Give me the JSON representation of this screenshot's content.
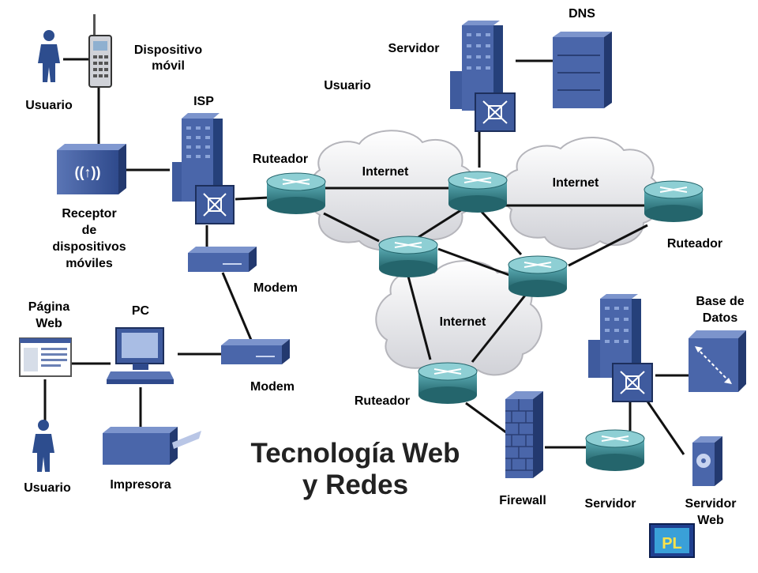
{
  "title": {
    "line1": "Tecnología Web",
    "line2": "y Redes"
  },
  "clouds": {
    "internet_1": "Internet",
    "internet_2": "Internet",
    "internet_3": "Internet"
  },
  "labels": {
    "usuario_top": "Usuario",
    "dispositivo_1": "Dispositivo",
    "dispositivo_2": "móvil",
    "isp": "ISP",
    "receptor_1": "Receptor",
    "receptor_2": "de",
    "receptor_3": "dispositivos",
    "receptor_4": "móviles",
    "ruteador_isp": "Ruteador",
    "servidor_top": "Servidor",
    "dns": "DNS",
    "usuario_mid": "Usuario",
    "ruteador_right": "Ruteador",
    "modem_1": "Modem",
    "modem_2": "Modem",
    "pagina_1": "Página",
    "pagina_2": "Web",
    "pc": "PC",
    "usuario_bottom": "Usuario",
    "impresora": "Impresora",
    "ruteador_bottom": "Ruteador",
    "base_1": "Base de",
    "base_2": "Datos",
    "firewall": "Firewall",
    "servidor_bottom": "Servidor",
    "servidor_web_1": "Servidor",
    "servidor_web_2": "Web"
  },
  "logo": {
    "text": "PL"
  },
  "colors": {
    "device_blue": "#3f5b9e",
    "router_teal": "#3d8d94",
    "line": "#111111",
    "cloud": "#e8e8ea"
  }
}
